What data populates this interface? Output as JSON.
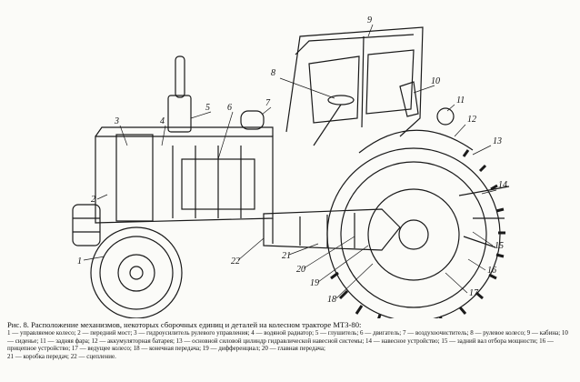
{
  "figure": {
    "title": "Рис. 8. Расположение механизмов, некоторых сборочных единиц и деталей на колесном тракторе МТЗ-80:",
    "legend_lines": [
      "1 — управляемое колесо; 2 — передний мост; 3 — гидроусилитель рулевого управления; 4 — водяной радиатор; 5 — глушитель; 6 — двигатель; 7 — воздухоочиститель; 8 — рулевое колесо; 9 — кабина; 10 — сиденье; 11 — задняя фара; 12 — аккумуляторная батарея; 13 — основной силовой цилиндр гидравлической навесной системы; 14 — навесное устройство; 15 — задний вал отбора мощности; 16 — прицепное устройство; 17 — ведущее колесо; 18 — конечная передача; 19 — дифференциал; 20 — главная передача;",
      "21 — коробка передач; 22 — сцепление."
    ]
  },
  "callouts": [
    "1",
    "2",
    "3",
    "4",
    "5",
    "6",
    "7",
    "8",
    "9",
    "10",
    "11",
    "12",
    "13",
    "14",
    "15",
    "16",
    "17",
    "18",
    "19",
    "20",
    "21",
    "22"
  ]
}
